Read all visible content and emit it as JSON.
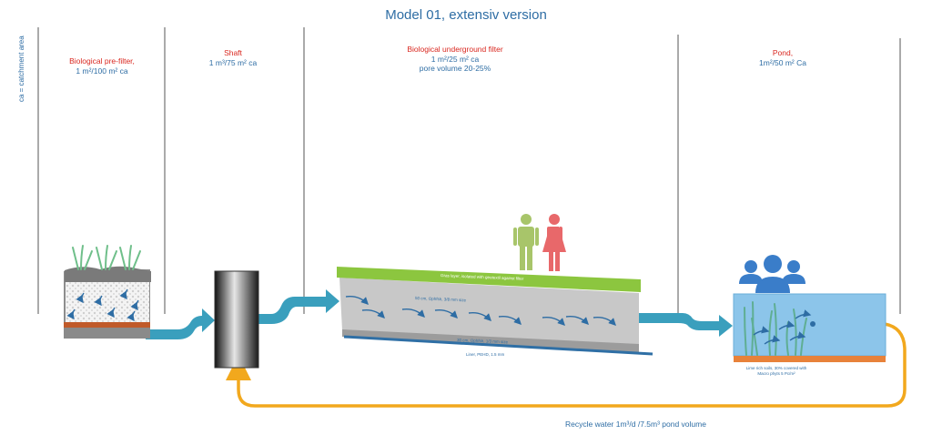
{
  "title": "Model 01, extensiv version",
  "side_label": "ca = catchment area",
  "sections": [
    {
      "heading": "Biological pre-filter,",
      "line1": "1 m²/100 m² ca",
      "line2": ""
    },
    {
      "heading": "Shaft",
      "line1": "1 m³/75 m² ca",
      "line2": ""
    },
    {
      "heading": "Biological underground filter",
      "line1": "1 m²/25 m² ca",
      "line2": "pore volume 20-25%"
    },
    {
      "heading": "Pond,",
      "line1": "1m²/50 m² Ca",
      "line2": ""
    }
  ],
  "filter_labels": {
    "grass": "Gras layer, isolated with geotextil against filter",
    "gravel": "50 cm, Ophfsh, 3/8 mm size",
    "bottom": "30 cm, Ophfsh, 1/3 mm size",
    "liner": "Liner, PEHD, 1.5 mm"
  },
  "pond_note": {
    "line1": "Lime rich soils, 30% covered with",
    "line2": "Macro phyts 5 Pc/m²"
  },
  "recycle_label": "Recycle water 1m³/d /7.5m³ pond volume",
  "colors": {
    "accent": "#2e6da4",
    "heading_red": "#d9271f",
    "pipe": "#3a9fbd",
    "recycle": "#f2a81d",
    "grass_layer": "#8cc63f",
    "pond_water": "#8cc5ea",
    "pond_soil": "#e8823a",
    "liner": "#2f6fa5"
  }
}
